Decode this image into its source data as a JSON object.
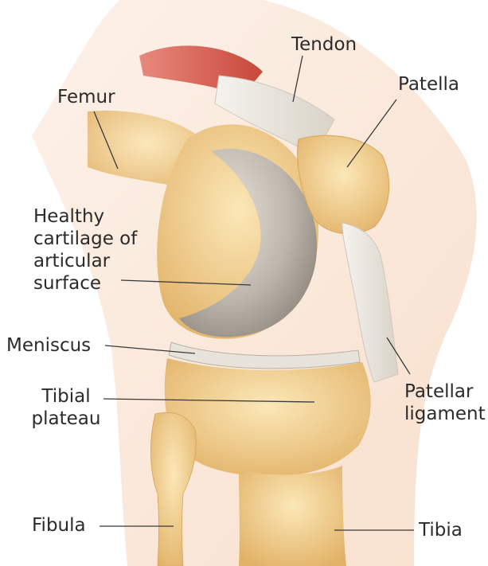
{
  "labels": {
    "tendon": "Tendon",
    "patella": "Patella",
    "femur": "Femur",
    "cartilage": "Healthy\ncartilage of\narticular\nsurface",
    "meniscus": "Meniscus",
    "tibial_plateau": "Tibial\nplateau",
    "patellar_ligament": "Patellar\nligament",
    "fibula": "Fibula",
    "tibia": "Tibia"
  },
  "colors": {
    "background": "#ffffff",
    "skin": "#f6d9c2",
    "muscle": "#d9574a",
    "bone": "#f1d089",
    "cartilage": "#bdb7ae",
    "ligament": "#eeeae2",
    "label_text": "#2b2b2b"
  }
}
